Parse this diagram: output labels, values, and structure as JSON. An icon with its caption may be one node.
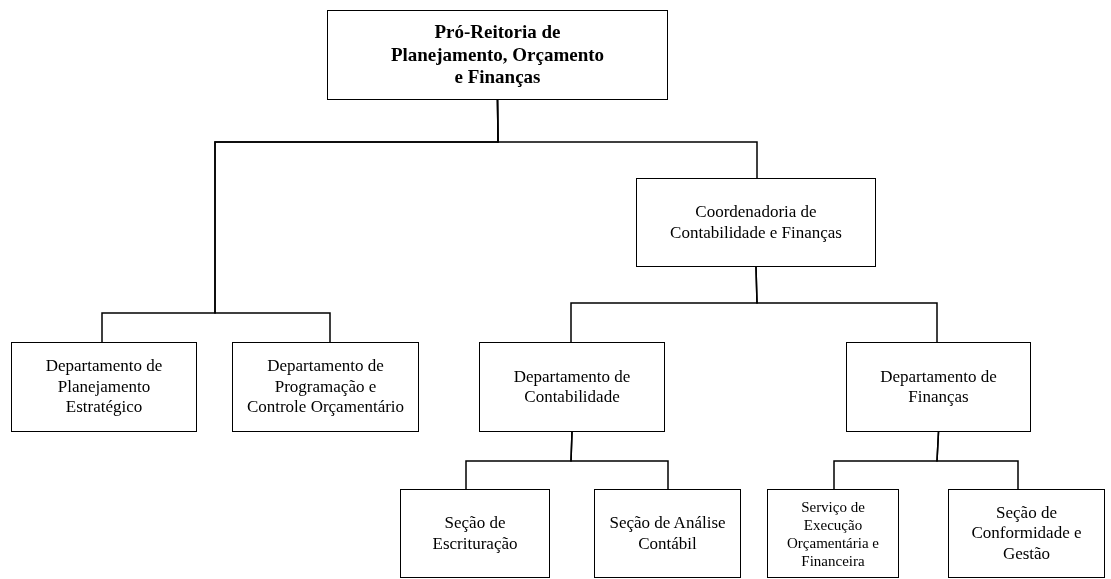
{
  "diagram": {
    "nodes": [
      {
        "text": [
          "Pró-Reitoria de Planejamento, Orçamento e Finanças"
        ]
      },
      {
        "text": [
          "Coordenadoria de Contabilidade e Finanças"
        ]
      },
      {
        "text": [
          "Departamento de Planejamento Estratégico"
        ]
      },
      {
        "text": [
          "Departamento de Programação e Controle Orçamentário"
        ]
      },
      {
        "text": [
          "Departamento de Contabilidade"
        ]
      },
      {
        "text": [
          "Departamento de Finanças"
        ]
      },
      {
        "text": [
          "Seção de Escrituração"
        ]
      },
      {
        "text": [
          "Seção de Análise Contábil"
        ]
      },
      {
        "text": [
          "Serviço de Execução Orçamentária e Financeira"
        ]
      },
      {
        "text": [
          "Seção de Conformidade e Gestão"
        ]
      }
    ],
    "edges": [
      {
        "from": 0,
        "to": 1,
        "arrow": "none"
      },
      {
        "from": 0,
        "to": 2,
        "arrow": "none"
      },
      {
        "from": 0,
        "to": 3,
        "arrow": "none"
      },
      {
        "from": 1,
        "to": 4,
        "arrow": "none"
      },
      {
        "from": 1,
        "to": 5,
        "arrow": "none"
      },
      {
        "from": 4,
        "to": 6,
        "arrow": "none"
      },
      {
        "from": 4,
        "to": 7,
        "arrow": "none"
      },
      {
        "from": 5,
        "to": 8,
        "arrow": "none"
      },
      {
        "from": 5,
        "to": 9,
        "arrow": "none"
      }
    ]
  }
}
